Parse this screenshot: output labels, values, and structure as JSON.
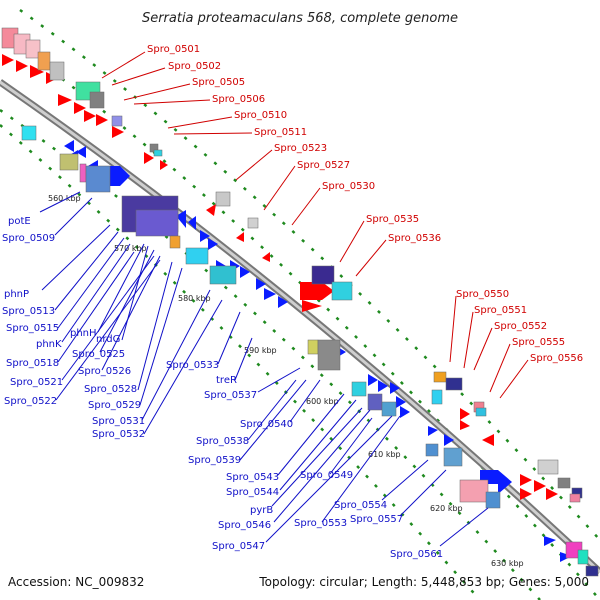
{
  "title": "Serratia proteamaculans 568, complete genome",
  "footer": {
    "accession": "Accession: NC_009832",
    "summary": "Topology: circular; Length: 5,448,853 bp; Genes: 5,000"
  },
  "ticks": [
    "560 kbp",
    "570 kbp",
    "580 kbp",
    "590 kbp",
    "600 kbp",
    "610 kbp",
    "620 kbp",
    "630 kbp"
  ],
  "labels_red": [
    "Spro_0501",
    "Spro_0502",
    "Spro_0505",
    "Spro_0506",
    "Spro_0510",
    "Spro_0511",
    "Spro_0523",
    "Spro_0527",
    "Spro_0530",
    "Spro_0535",
    "Spro_0536",
    "Spro_0550",
    "Spro_0551",
    "Spro_0552",
    "Spro_0555",
    "Spro_0556"
  ],
  "labels_blue": [
    "potE",
    "Spro_0509",
    "phnP",
    "Spro_0513",
    "Spro_0515",
    "phnK",
    "phnH",
    "nrdG",
    "Spro_0518",
    "Spro_0525",
    "Spro_0521",
    "Spro_0526",
    "Spro_0522",
    "Spro_0528",
    "Spro_0529",
    "Spro_0531",
    "Spro_0532",
    "Spro_0533",
    "treR",
    "Spro_0537",
    "Spro_0538",
    "Spro_0540",
    "Spro_0539",
    "Spro_0543",
    "Spro_0544",
    "Spro_0549",
    "pyrB",
    "Spro_0546",
    "Spro_0553",
    "Spro_0554",
    "Spro_0557",
    "Spro_0547",
    "Spro_0561"
  ],
  "colors": {
    "forward": "#ff0000",
    "reverse": "#0a1cff",
    "backbone": "#9a9a9a",
    "tick_dash": "#1f8a1f",
    "label_red": "#d00000",
    "label_blue": "#1010c8"
  }
}
